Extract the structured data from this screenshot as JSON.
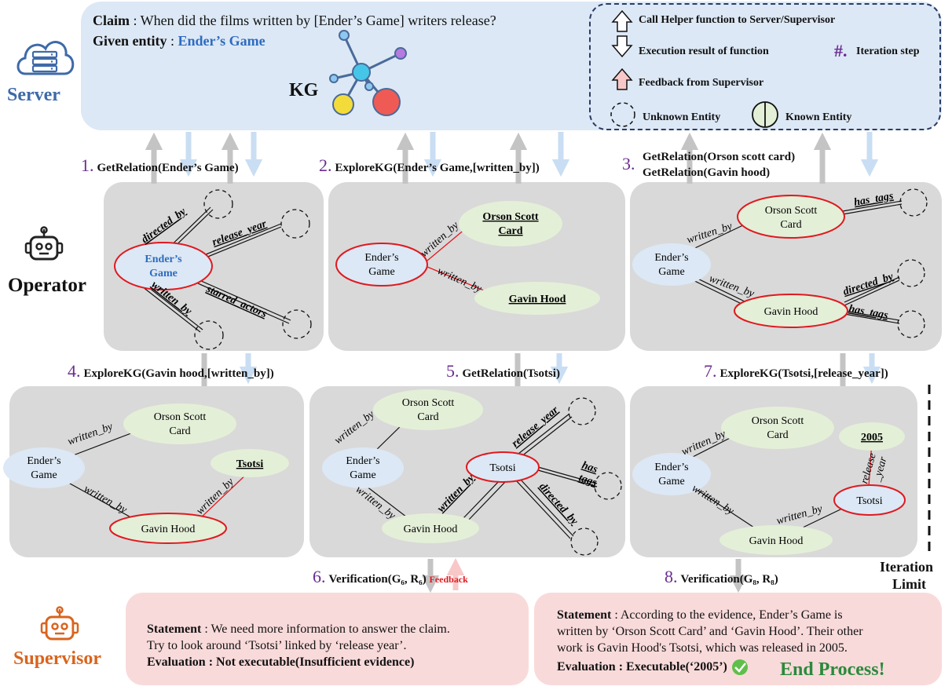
{
  "server": {
    "label": "Server",
    "claim_key": "Claim",
    "claim_text": " : When did the films written by [Ender’s Game] writers release?",
    "entity_key": "Given entity",
    "entity_sep": " : ",
    "entity_value": "Ender’s Game",
    "kg_label": "KG"
  },
  "legend": {
    "call": "Call Helper function to Server/Supervisor",
    "result": "Execution result of function",
    "iter_symbol": "#.",
    "iter_text": "Iteration step",
    "feedback": "Feedback from Supervisor",
    "unknown": "Unknown Entity",
    "known": "Known Entity"
  },
  "operator": {
    "label": "Operator"
  },
  "supervisor": {
    "label": "Supervisor"
  },
  "steps": {
    "s1_num": "1.",
    "s1": "GetRelation(Ender’s Game)",
    "s2_num": "2.",
    "s2": "ExploreKG(Ender’s Game,[written_by])",
    "s3_num": "3.",
    "s3a": "GetRelation(Orson scott card)",
    "s3b": "GetRelation(Gavin hood)",
    "s4_num": "4.",
    "s4": "ExploreKG(Gavin hood,[written_by])",
    "s5_num": "5.",
    "s5": "GetRelation(Tsotsi)",
    "s6_num": "6.",
    "s6": "Verification(G₆, R₆)",
    "s6_fb": "Feedback",
    "s7_num": "7.",
    "s7": "ExploreKG(Tsotsi,[release_year])",
    "s8_num": "8.",
    "s8": "Verification(G₈, R₈)",
    "limit_a": "Iteration",
    "limit_b": "Limit"
  },
  "graph": {
    "enders": "Ender’s",
    "game": "Game",
    "orson_a": "Orson Scott",
    "orson_b": "Card",
    "gavin": "Gavin Hood",
    "tsotsi": "Tsotsi",
    "year": "2005",
    "rel_directed": "directed_by",
    "rel_release": "release_year",
    "rel_written": "written_by",
    "rel_starred": "starred_actors",
    "rel_has_tags": "has_tags",
    "rel_has": "has",
    "rel_tags": "tags",
    "rel_release_a": "release",
    "rel_release_b": "_year"
  },
  "sup6": {
    "stmt_key": "Statement",
    "stmt_line1": " : We need more information to answer the claim.",
    "stmt_line2": "Try to look around ‘Tsotsi’ linked by ‘release year’.",
    "eval_key": "Evaluation",
    "eval_val": " : Not executable(Insufficient evidence)"
  },
  "sup8": {
    "stmt_key": "Statement",
    "stmt_line1": " :  According to the evidence, Ender’s Game is",
    "stmt_line2": "written by ‘Orson Scott Card’ and ‘Gavin Hood’. Their other",
    "stmt_line3": "work is Gavin Hood's Tsotsi, which was released in 2005.",
    "eval_key": "Evaluation",
    "eval_val": " : Executable(‘2005’)",
    "end": "End Process!"
  },
  "colors": {
    "server_bg": "#dce8f5",
    "panel": "#d9d9d9",
    "supervisor_bg": "#f9dada",
    "step_number": "#6a2c91",
    "entity_blue": "#2e6bc1",
    "highlight_red": "#e0191f",
    "known_green": "#e4efd8",
    "unknown_blue": "#dce8f5",
    "end_green": "#2a8a3c"
  }
}
